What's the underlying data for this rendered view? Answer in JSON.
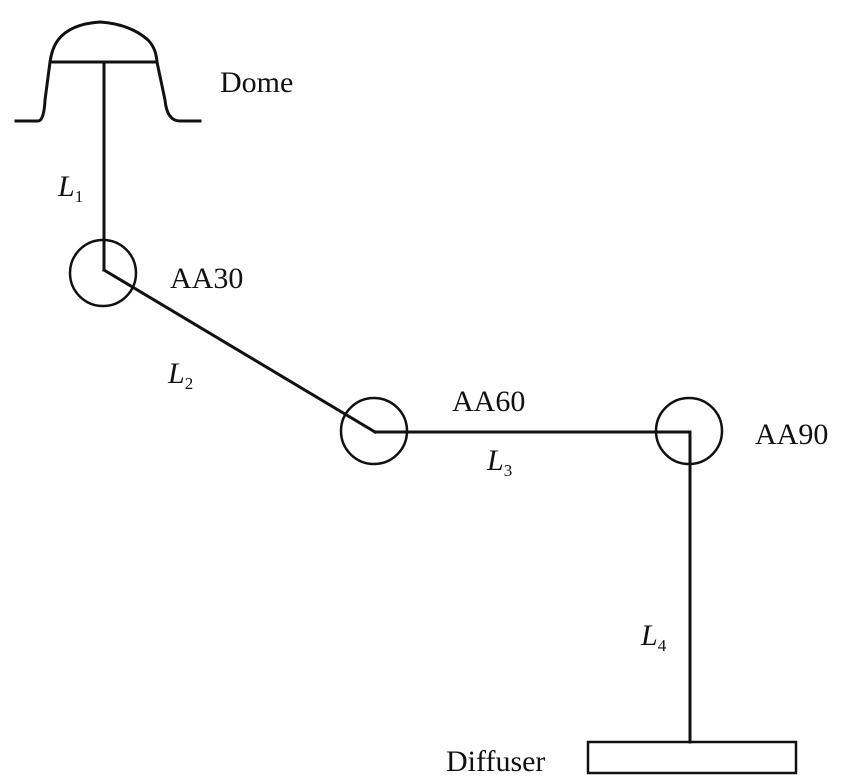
{
  "labels": {
    "dome": "Dome",
    "fitting_30": "AA30",
    "fitting_60": "AA60",
    "fitting_90": "AA90",
    "diffuser": "Diffuser"
  },
  "segments": [
    {
      "symbol": "L",
      "index": "1"
    },
    {
      "symbol": "L",
      "index": "2"
    },
    {
      "symbol": "L",
      "index": "3"
    },
    {
      "symbol": "L",
      "index": "4"
    }
  ]
}
